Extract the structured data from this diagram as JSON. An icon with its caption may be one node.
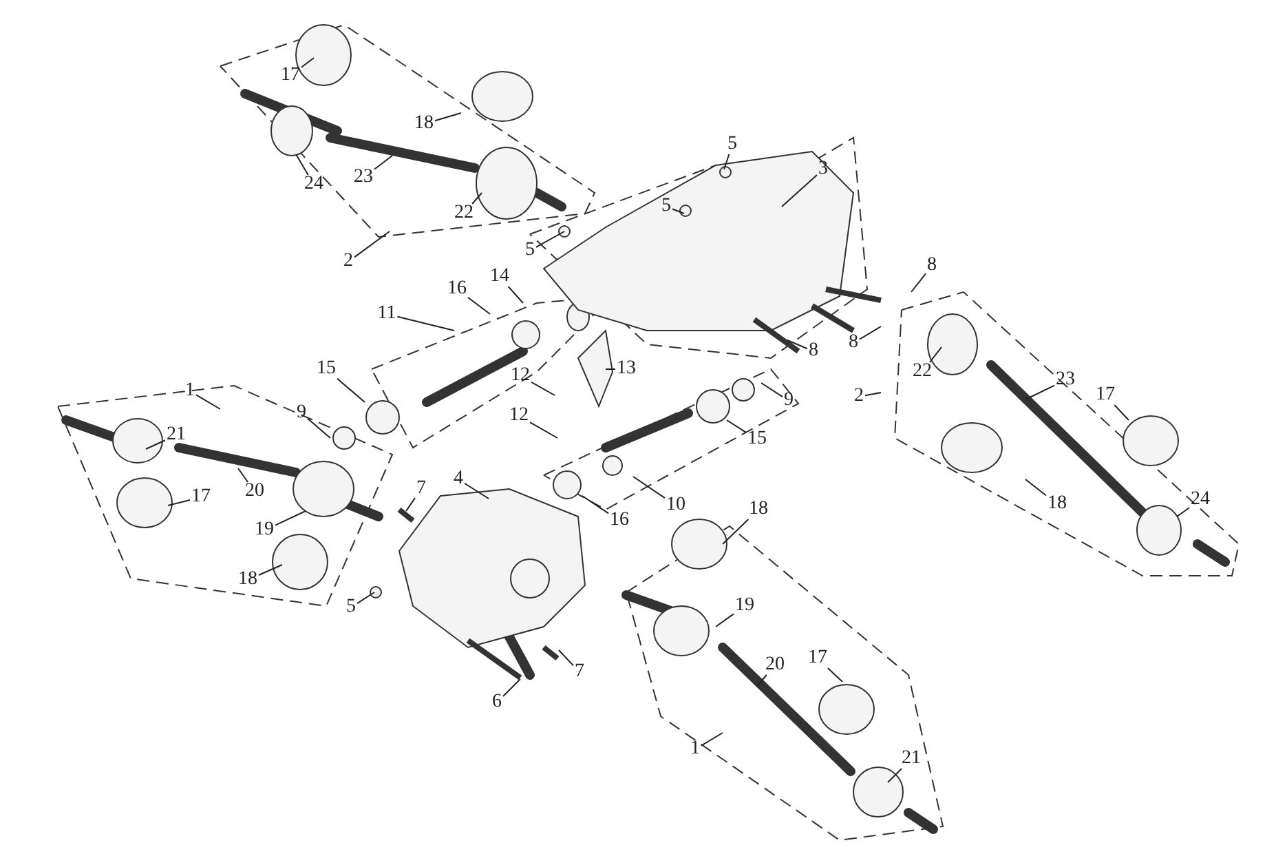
{
  "diagram": {
    "nodes": [
      {
        "text": [
          "17"
        ]
      },
      {
        "text": [
          "18"
        ]
      },
      {
        "text": [
          "24"
        ]
      },
      {
        "text": [
          "23"
        ]
      },
      {
        "text": [
          "22"
        ]
      },
      {
        "text": [
          "2"
        ]
      },
      {
        "text": [
          "5"
        ]
      },
      {
        "text": [
          "3"
        ]
      },
      {
        "text": [
          "5"
        ]
      },
      {
        "text": [
          "5"
        ]
      },
      {
        "text": [
          "14"
        ]
      },
      {
        "text": [
          "16"
        ]
      },
      {
        "text": [
          "11"
        ]
      },
      {
        "text": [
          "8"
        ]
      },
      {
        "text": [
          "8"
        ]
      },
      {
        "text": [
          "8"
        ]
      },
      {
        "text": [
          "13"
        ]
      },
      {
        "text": [
          "12"
        ]
      },
      {
        "text": [
          "15"
        ]
      },
      {
        "text": [
          "9"
        ]
      },
      {
        "text": [
          "2"
        ]
      },
      {
        "text": [
          "22"
        ]
      },
      {
        "text": [
          "23"
        ]
      },
      {
        "text": [
          "17"
        ]
      },
      {
        "text": [
          "1"
        ]
      },
      {
        "text": [
          "21"
        ]
      },
      {
        "text": [
          "12"
        ]
      },
      {
        "text": [
          "9"
        ]
      },
      {
        "text": [
          "15"
        ]
      },
      {
        "text": [
          "17"
        ]
      },
      {
        "text": [
          "20"
        ]
      },
      {
        "text": [
          "7"
        ]
      },
      {
        "text": [
          "4"
        ]
      },
      {
        "text": [
          "16"
        ]
      },
      {
        "text": [
          "10"
        ]
      },
      {
        "text": [
          "19"
        ]
      },
      {
        "text": [
          "18"
        ]
      },
      {
        "text": [
          "24"
        ]
      },
      {
        "text": [
          "18"
        ]
      },
      {
        "text": [
          "18"
        ]
      },
      {
        "text": [
          "5"
        ]
      },
      {
        "text": [
          "19"
        ]
      },
      {
        "text": [
          "7"
        ]
      },
      {
        "text": [
          "20"
        ]
      },
      {
        "text": [
          "17"
        ]
      },
      {
        "text": [
          "6"
        ]
      },
      {
        "text": [
          "1"
        ]
      },
      {
        "text": [
          "21"
        ]
      }
    ],
    "edges": [
      {
        "from": 0,
        "to": null,
        "arrow": "none"
      },
      {
        "from": 1,
        "to": null,
        "arrow": "none"
      },
      {
        "from": 2,
        "to": null,
        "arrow": "none"
      },
      {
        "from": 3,
        "to": null,
        "arrow": "none"
      },
      {
        "from": 4,
        "to": null,
        "arrow": "none"
      },
      {
        "from": 5,
        "to": null,
        "arrow": "none"
      },
      {
        "from": 6,
        "to": null,
        "arrow": "none"
      },
      {
        "from": 7,
        "to": null,
        "arrow": "none"
      },
      {
        "from": 8,
        "to": null,
        "arrow": "none"
      },
      {
        "from": 9,
        "to": null,
        "arrow": "none"
      },
      {
        "from": 10,
        "to": null,
        "arrow": "none"
      },
      {
        "from": 11,
        "to": null,
        "arrow": "none"
      },
      {
        "from": 12,
        "to": null,
        "arrow": "none"
      },
      {
        "from": 13,
        "to": null,
        "arrow": "none"
      },
      {
        "from": 14,
        "to": null,
        "arrow": "none"
      },
      {
        "from": 15,
        "to": null,
        "arrow": "none"
      },
      {
        "from": 16,
        "to": null,
        "arrow": "none"
      },
      {
        "from": 17,
        "to": null,
        "arrow": "none"
      },
      {
        "from": 18,
        "to": null,
        "arrow": "none"
      },
      {
        "from": 19,
        "to": null,
        "arrow": "none"
      },
      {
        "from": 20,
        "to": null,
        "arrow": "none"
      },
      {
        "from": 21,
        "to": null,
        "arrow": "none"
      },
      {
        "from": 22,
        "to": null,
        "arrow": "none"
      },
      {
        "from": 23,
        "to": null,
        "arrow": "none"
      },
      {
        "from": 24,
        "to": null,
        "arrow": "none"
      },
      {
        "from": 25,
        "to": null,
        "arrow": "none"
      },
      {
        "from": 26,
        "to": null,
        "arrow": "none"
      },
      {
        "from": 27,
        "to": null,
        "arrow": "none"
      },
      {
        "from": 28,
        "to": null,
        "arrow": "none"
      },
      {
        "from": 29,
        "to": null,
        "arrow": "none"
      },
      {
        "from": 30,
        "to": null,
        "arrow": "none"
      },
      {
        "from": 31,
        "to": null,
        "arrow": "none"
      },
      {
        "from": 32,
        "to": null,
        "arrow": "none"
      },
      {
        "from": 33,
        "to": null,
        "arrow": "none"
      },
      {
        "from": 34,
        "to": null,
        "arrow": "none"
      },
      {
        "from": 35,
        "to": null,
        "arrow": "none"
      },
      {
        "from": 36,
        "to": null,
        "arrow": "none"
      },
      {
        "from": 37,
        "to": null,
        "arrow": "none"
      },
      {
        "from": 38,
        "to": null,
        "arrow": "none"
      },
      {
        "from": 39,
        "to": null,
        "arrow": "none"
      },
      {
        "from": 40,
        "to": null,
        "arrow": "none"
      },
      {
        "from": 41,
        "to": null,
        "arrow": "none"
      },
      {
        "from": 42,
        "to": null,
        "arrow": "none"
      },
      {
        "from": 43,
        "to": null,
        "arrow": "none"
      },
      {
        "from": 44,
        "to": null,
        "arrow": "none"
      },
      {
        "from": 45,
        "to": null,
        "arrow": "none"
      },
      {
        "from": 46,
        "to": null,
        "arrow": "none"
      },
      {
        "from": 47,
        "to": null,
        "arrow": "none"
      }
    ]
  }
}
